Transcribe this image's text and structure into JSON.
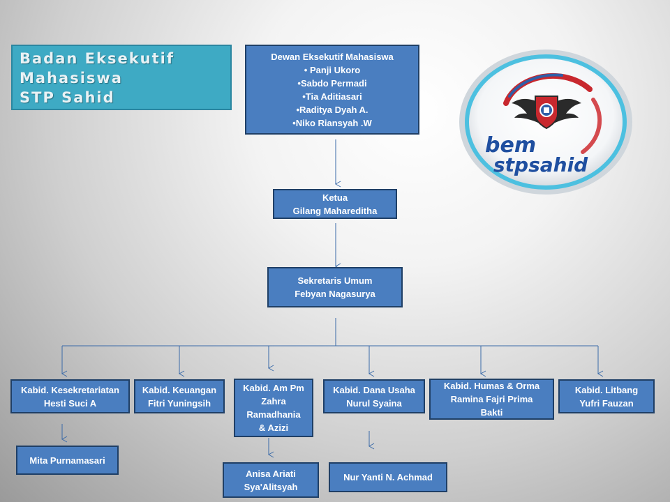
{
  "title": {
    "line1": "Badan Eksekutif",
    "line2": "Mahasiswa",
    "line3": "STP Sahid"
  },
  "dewan": {
    "heading": "Dewan Eksekutif Mahasiswa",
    "members": [
      "• Panji Ukoro",
      "•Sabdo Permadi",
      "•Tia Aditiasari",
      "•Raditya Dyah A.",
      "•Niko Riansyah .W"
    ]
  },
  "ketua": {
    "role": "Ketua",
    "name": "Gilang Mahareditha"
  },
  "sekretaris": {
    "role": "Sekretaris Umum",
    "name": "Febyan Nagasurya"
  },
  "divisions": [
    {
      "lines": [
        "Kabid. Kesekretariatan",
        "Hesti Suci A"
      ]
    },
    {
      "lines": [
        "Kabid. Keuangan",
        "Fitri Yuningsih"
      ]
    },
    {
      "lines": [
        "Kabid. Am Pm",
        "Zahra",
        "Ramadhania",
        "& Azizi"
      ]
    },
    {
      "lines": [
        "Kabid. Dana Usaha",
        "Nurul Syaina"
      ]
    },
    {
      "lines": [
        "Kabid. Humas & Orma",
        "Ramina Fajri Prima",
        "Bakti"
      ]
    },
    {
      "lines": [
        "Kabid. Litbang",
        "Yufri Fauzan"
      ]
    }
  ],
  "staff": {
    "mita": "Mita Purnamasari",
    "anisa": [
      "Anisa Ariati",
      "Sya'Alitsyah"
    ],
    "nuryanti": "Nur Yanti N. Achmad"
  },
  "logo": {
    "word1": "bem",
    "word2": "stpsahid",
    "colors": {
      "ring": "#c8282e",
      "ring2": "#2f5fa8",
      "text": "#1f4fa0"
    }
  }
}
